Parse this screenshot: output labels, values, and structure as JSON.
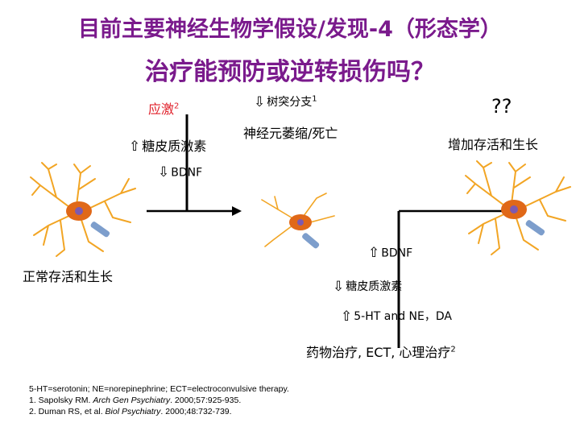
{
  "title_line1": "目前主要神经生物学假设/发现-4（形态学）",
  "title_line2": "治疗能预防或逆转损伤吗？",
  "stress": {
    "label": "应激",
    "sup": "2"
  },
  "glucocorticoid_up": "糖皮质激素",
  "bdnf_down": "BDNF",
  "dendrite_branch": {
    "label": "树突分支",
    "sup": "1"
  },
  "neuron_atrophy": "神经元萎缩/死亡",
  "question": "??",
  "increase_survival": "增加存活和生长",
  "normal_survival": "正常存活和生长",
  "bdnf_up": "BDNF",
  "glucocorticoid_down": "糖皮质激素",
  "serotonin_ne": "5-HT and NE，DA",
  "treatments": {
    "label": "药物治疗, ECT, 心理治疗",
    "sup": "2"
  },
  "footnotes": {
    "line1": "5-HT=serotonin; NE=norepinephrine; ECT=electroconvulsive therapy.",
    "ref1_prefix": "1. Sapolsky RM. ",
    "ref1_journal": "Arch Gen Psychiatry",
    "ref1_suffix": ". 2000;57:925-935.",
    "ref2_prefix": "2. Duman RS, et al. ",
    "ref2_journal": "Biol Psychiatry",
    "ref2_suffix": ". 2000;48:732-739."
  },
  "colors": {
    "title": "#7a1a8c",
    "stress": "#e0202a",
    "dendrite": "#f2a524",
    "soma": "#e06818",
    "axon": "#7d9ecc"
  }
}
